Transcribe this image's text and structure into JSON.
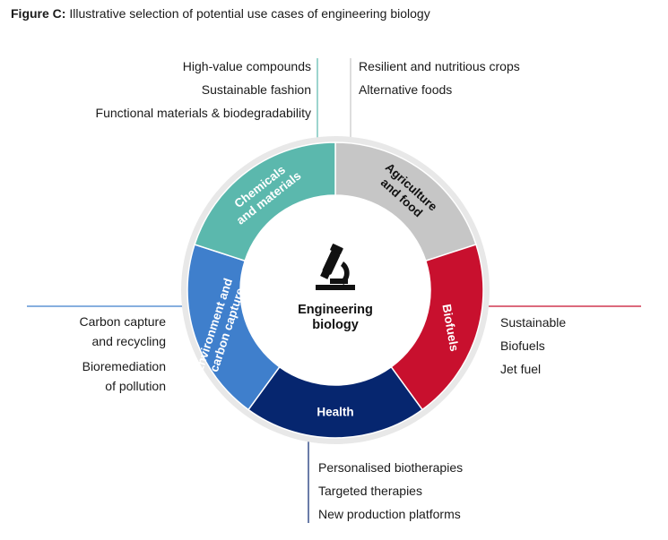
{
  "figure": {
    "label": "Figure C:",
    "caption": "Illustrative selection of potential use cases of engineering biology"
  },
  "center": {
    "line1": "Engineering",
    "line2": "biology",
    "icon": "microscope-icon"
  },
  "segments": {
    "chemicals": {
      "line1": "Chemicals",
      "line2": "and materials",
      "color": "#5bb8ad"
    },
    "agriculture": {
      "line1": "Agriculture",
      "line2": "and food",
      "color": "#c6c6c6"
    },
    "biofuels": {
      "line1": "Biofuels",
      "color": "#c8102e"
    },
    "health": {
      "line1": "Health",
      "color": "#06266f"
    },
    "environment": {
      "line1": "Environment and",
      "line2": "carbon capture",
      "color": "#3f7fcc"
    }
  },
  "use_cases": {
    "chemicals": [
      "High-value compounds",
      "Sustainable fashion",
      "Functional materials & biodegradability"
    ],
    "agriculture": [
      "Resilient and nutritious crops",
      "Alternative foods"
    ],
    "environment": [
      "Carbon capture",
      "and recycling",
      "Bioremediation",
      "of pollution"
    ],
    "biofuels": [
      "Sustainable",
      "Biofuels",
      "Jet fuel"
    ],
    "health": [
      "Personalised biotherapies",
      "Targeted therapies",
      "New production platforms"
    ]
  },
  "colors": {
    "ring_background": "#e8e8e8",
    "leader_chemicals": "#5bb8ad",
    "leader_agriculture": "#c6c6c6",
    "leader_environment": "#3f7fcc",
    "leader_biofuels": "#c8102e",
    "leader_health": "#06266f"
  }
}
